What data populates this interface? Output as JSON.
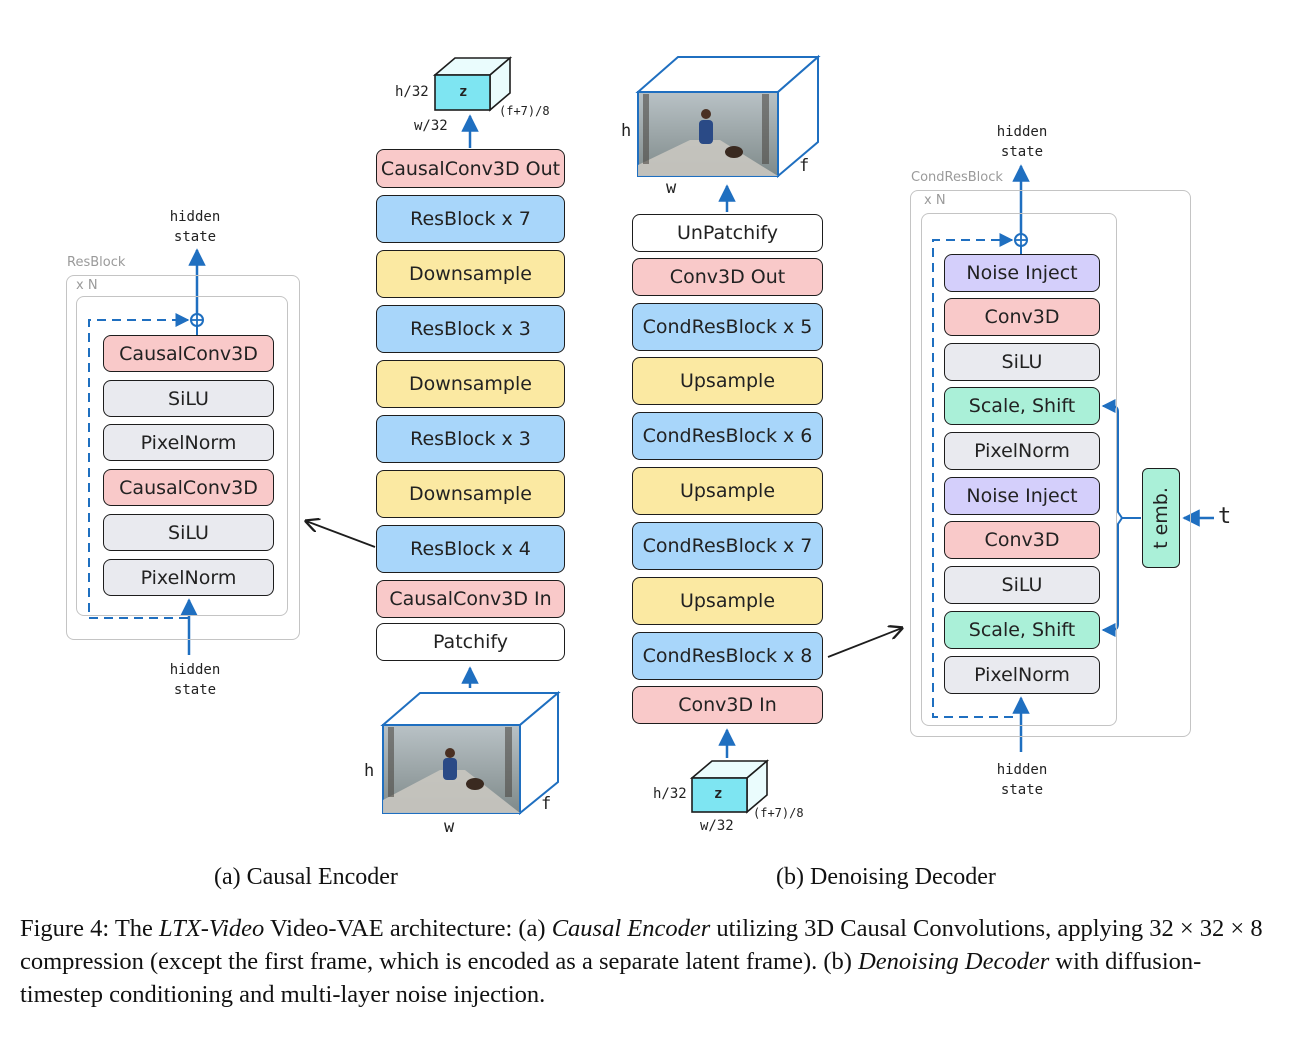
{
  "encoder": {
    "latent": {
      "label": "z",
      "h": "h/32",
      "w": "w/32",
      "f": "(f+7)/8"
    },
    "blocks": [
      {
        "label": "CausalConv3D Out",
        "color": "#f9c9c9"
      },
      {
        "label": "ResBlock x 7",
        "color": "#a8d6fa"
      },
      {
        "label": "Downsample",
        "color": "#fbe9a2"
      },
      {
        "label": "ResBlock x 3",
        "color": "#a8d6fa"
      },
      {
        "label": "Downsample",
        "color": "#fbe9a2"
      },
      {
        "label": "ResBlock x 3",
        "color": "#a8d6fa"
      },
      {
        "label": "Downsample",
        "color": "#fbe9a2"
      },
      {
        "label": "ResBlock x 4",
        "color": "#a8d6fa"
      },
      {
        "label": "CausalConv3D In",
        "color": "#f9c9c9"
      },
      {
        "label": "Patchify",
        "color": "#ffffff"
      }
    ],
    "video": {
      "h": "h",
      "w": "w",
      "f": "f"
    },
    "resblock": {
      "title": "ResBlock",
      "repeat": "x N",
      "hidden_out": "hidden\nstate",
      "hidden_in": "hidden\nstate",
      "layers": [
        {
          "label": "CausalConv3D",
          "color": "#f9c9c9"
        },
        {
          "label": "SiLU",
          "color": "#e9eaef"
        },
        {
          "label": "PixelNorm",
          "color": "#e9eaef"
        },
        {
          "label": "CausalConv3D",
          "color": "#f9c9c9"
        },
        {
          "label": "SiLU",
          "color": "#e9eaef"
        },
        {
          "label": "PixelNorm",
          "color": "#e9eaef"
        }
      ]
    }
  },
  "decoder": {
    "video": {
      "h": "h",
      "w": "w",
      "f": "f"
    },
    "blocks": [
      {
        "label": "UnPatchify",
        "color": "#ffffff"
      },
      {
        "label": "Conv3D Out",
        "color": "#f9c9c9"
      },
      {
        "label": "CondResBlock x 5",
        "color": "#a8d6fa"
      },
      {
        "label": "Upsample",
        "color": "#fbe9a2"
      },
      {
        "label": "CondResBlock x 6",
        "color": "#a8d6fa"
      },
      {
        "label": "Upsample",
        "color": "#fbe9a2"
      },
      {
        "label": "CondResBlock x 7",
        "color": "#a8d6fa"
      },
      {
        "label": "Upsample",
        "color": "#fbe9a2"
      },
      {
        "label": "CondResBlock x 8",
        "color": "#a8d6fa"
      },
      {
        "label": "Conv3D In",
        "color": "#f9c9c9"
      }
    ],
    "latent": {
      "label": "z",
      "h": "h/32",
      "w": "w/32",
      "f": "(f+7)/8"
    },
    "condresblock": {
      "title": "CondResBlock",
      "repeat": "x N",
      "hidden_out": "hidden\nstate",
      "hidden_in": "hidden\nstate",
      "temb": "t emb.",
      "t": "t",
      "layers": [
        {
          "label": "Noise Inject",
          "color": "#d4cffb"
        },
        {
          "label": "Conv3D",
          "color": "#f9c9c9"
        },
        {
          "label": "SiLU",
          "color": "#e9eaef"
        },
        {
          "label": "Scale, Shift",
          "color": "#aaf0d8"
        },
        {
          "label": "PixelNorm",
          "color": "#e9eaef"
        },
        {
          "label": "Noise Inject",
          "color": "#d4cffb"
        },
        {
          "label": "Conv3D",
          "color": "#f9c9c9"
        },
        {
          "label": "SiLU",
          "color": "#e9eaef"
        },
        {
          "label": "Scale, Shift",
          "color": "#aaf0d8"
        },
        {
          "label": "PixelNorm",
          "color": "#e9eaef"
        }
      ]
    }
  },
  "colors": {
    "arrow": "#1f6fc0",
    "border": "#1d1d1d"
  },
  "captions": {
    "a": "(a) Causal Encoder",
    "b": "(b) Denoising Decoder",
    "figure_label": "Figure 4: The ",
    "figure_ltx": "LTX-Video",
    "figure_p1": " Video-VAE architecture: (a) ",
    "figure_ce": "Causal Encoder",
    "figure_p2": " utilizing 3D Causal Convolutions, applying 32 × 32 × 8 compression (except the first frame, which is encoded as a separate latent frame). (b) ",
    "figure_dd": "Denoising Decoder",
    "figure_p3": " with diffusion-timestep conditioning and multi-layer noise injection."
  }
}
